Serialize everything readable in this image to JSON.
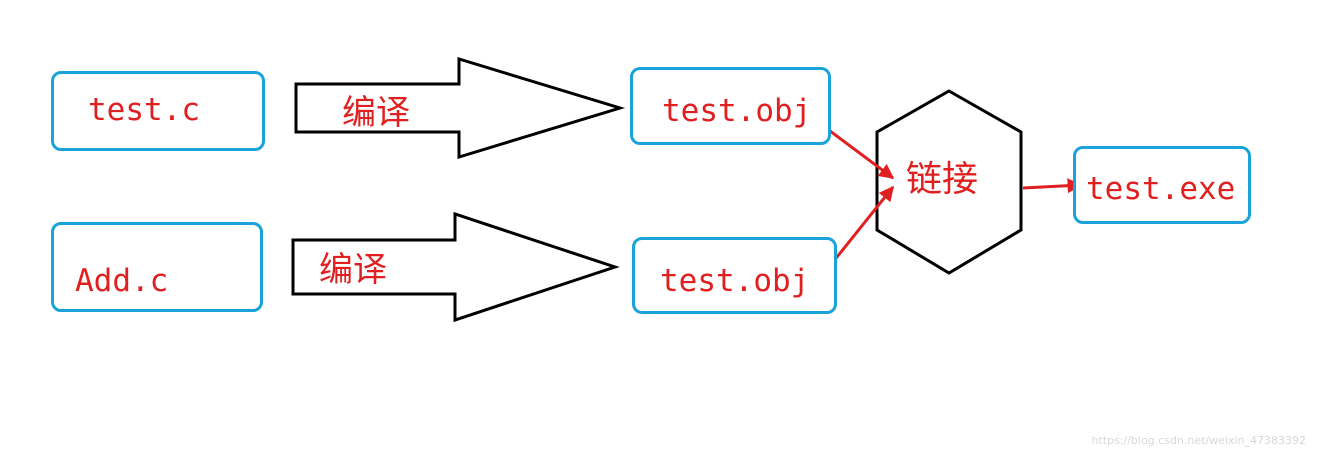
{
  "sources": {
    "file1": "test.c",
    "file2": "Add.c"
  },
  "compile": {
    "label1": "编译",
    "label2": "编译"
  },
  "objects": {
    "obj1": "test.obj",
    "obj2": "test.obj"
  },
  "link": {
    "label": "链接"
  },
  "output": {
    "exe": "test.exe"
  },
  "colors": {
    "box_border": "#1aa3d9",
    "text": "#e02020",
    "arrow": "#e02020",
    "shape_stroke": "#000000"
  },
  "watermark": "https://blog.csdn.net/weixin_47383392"
}
